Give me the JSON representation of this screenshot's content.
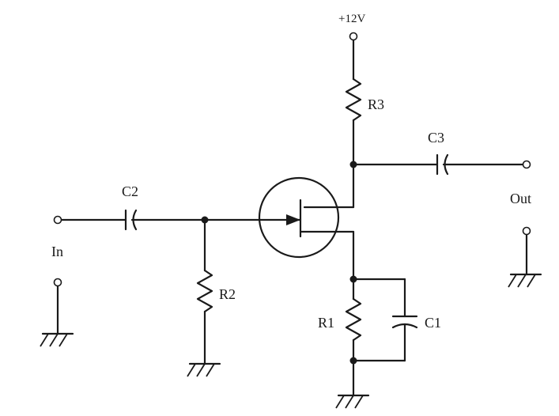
{
  "labels": {
    "supply": "+12V",
    "input": "In",
    "output": "Out",
    "r1": "R1",
    "r2": "R2",
    "r3": "R3",
    "c1": "C1",
    "c2": "C2",
    "c3": "C3"
  },
  "colors": {
    "ink": "#1a1a1a",
    "background": "#ffffff"
  }
}
